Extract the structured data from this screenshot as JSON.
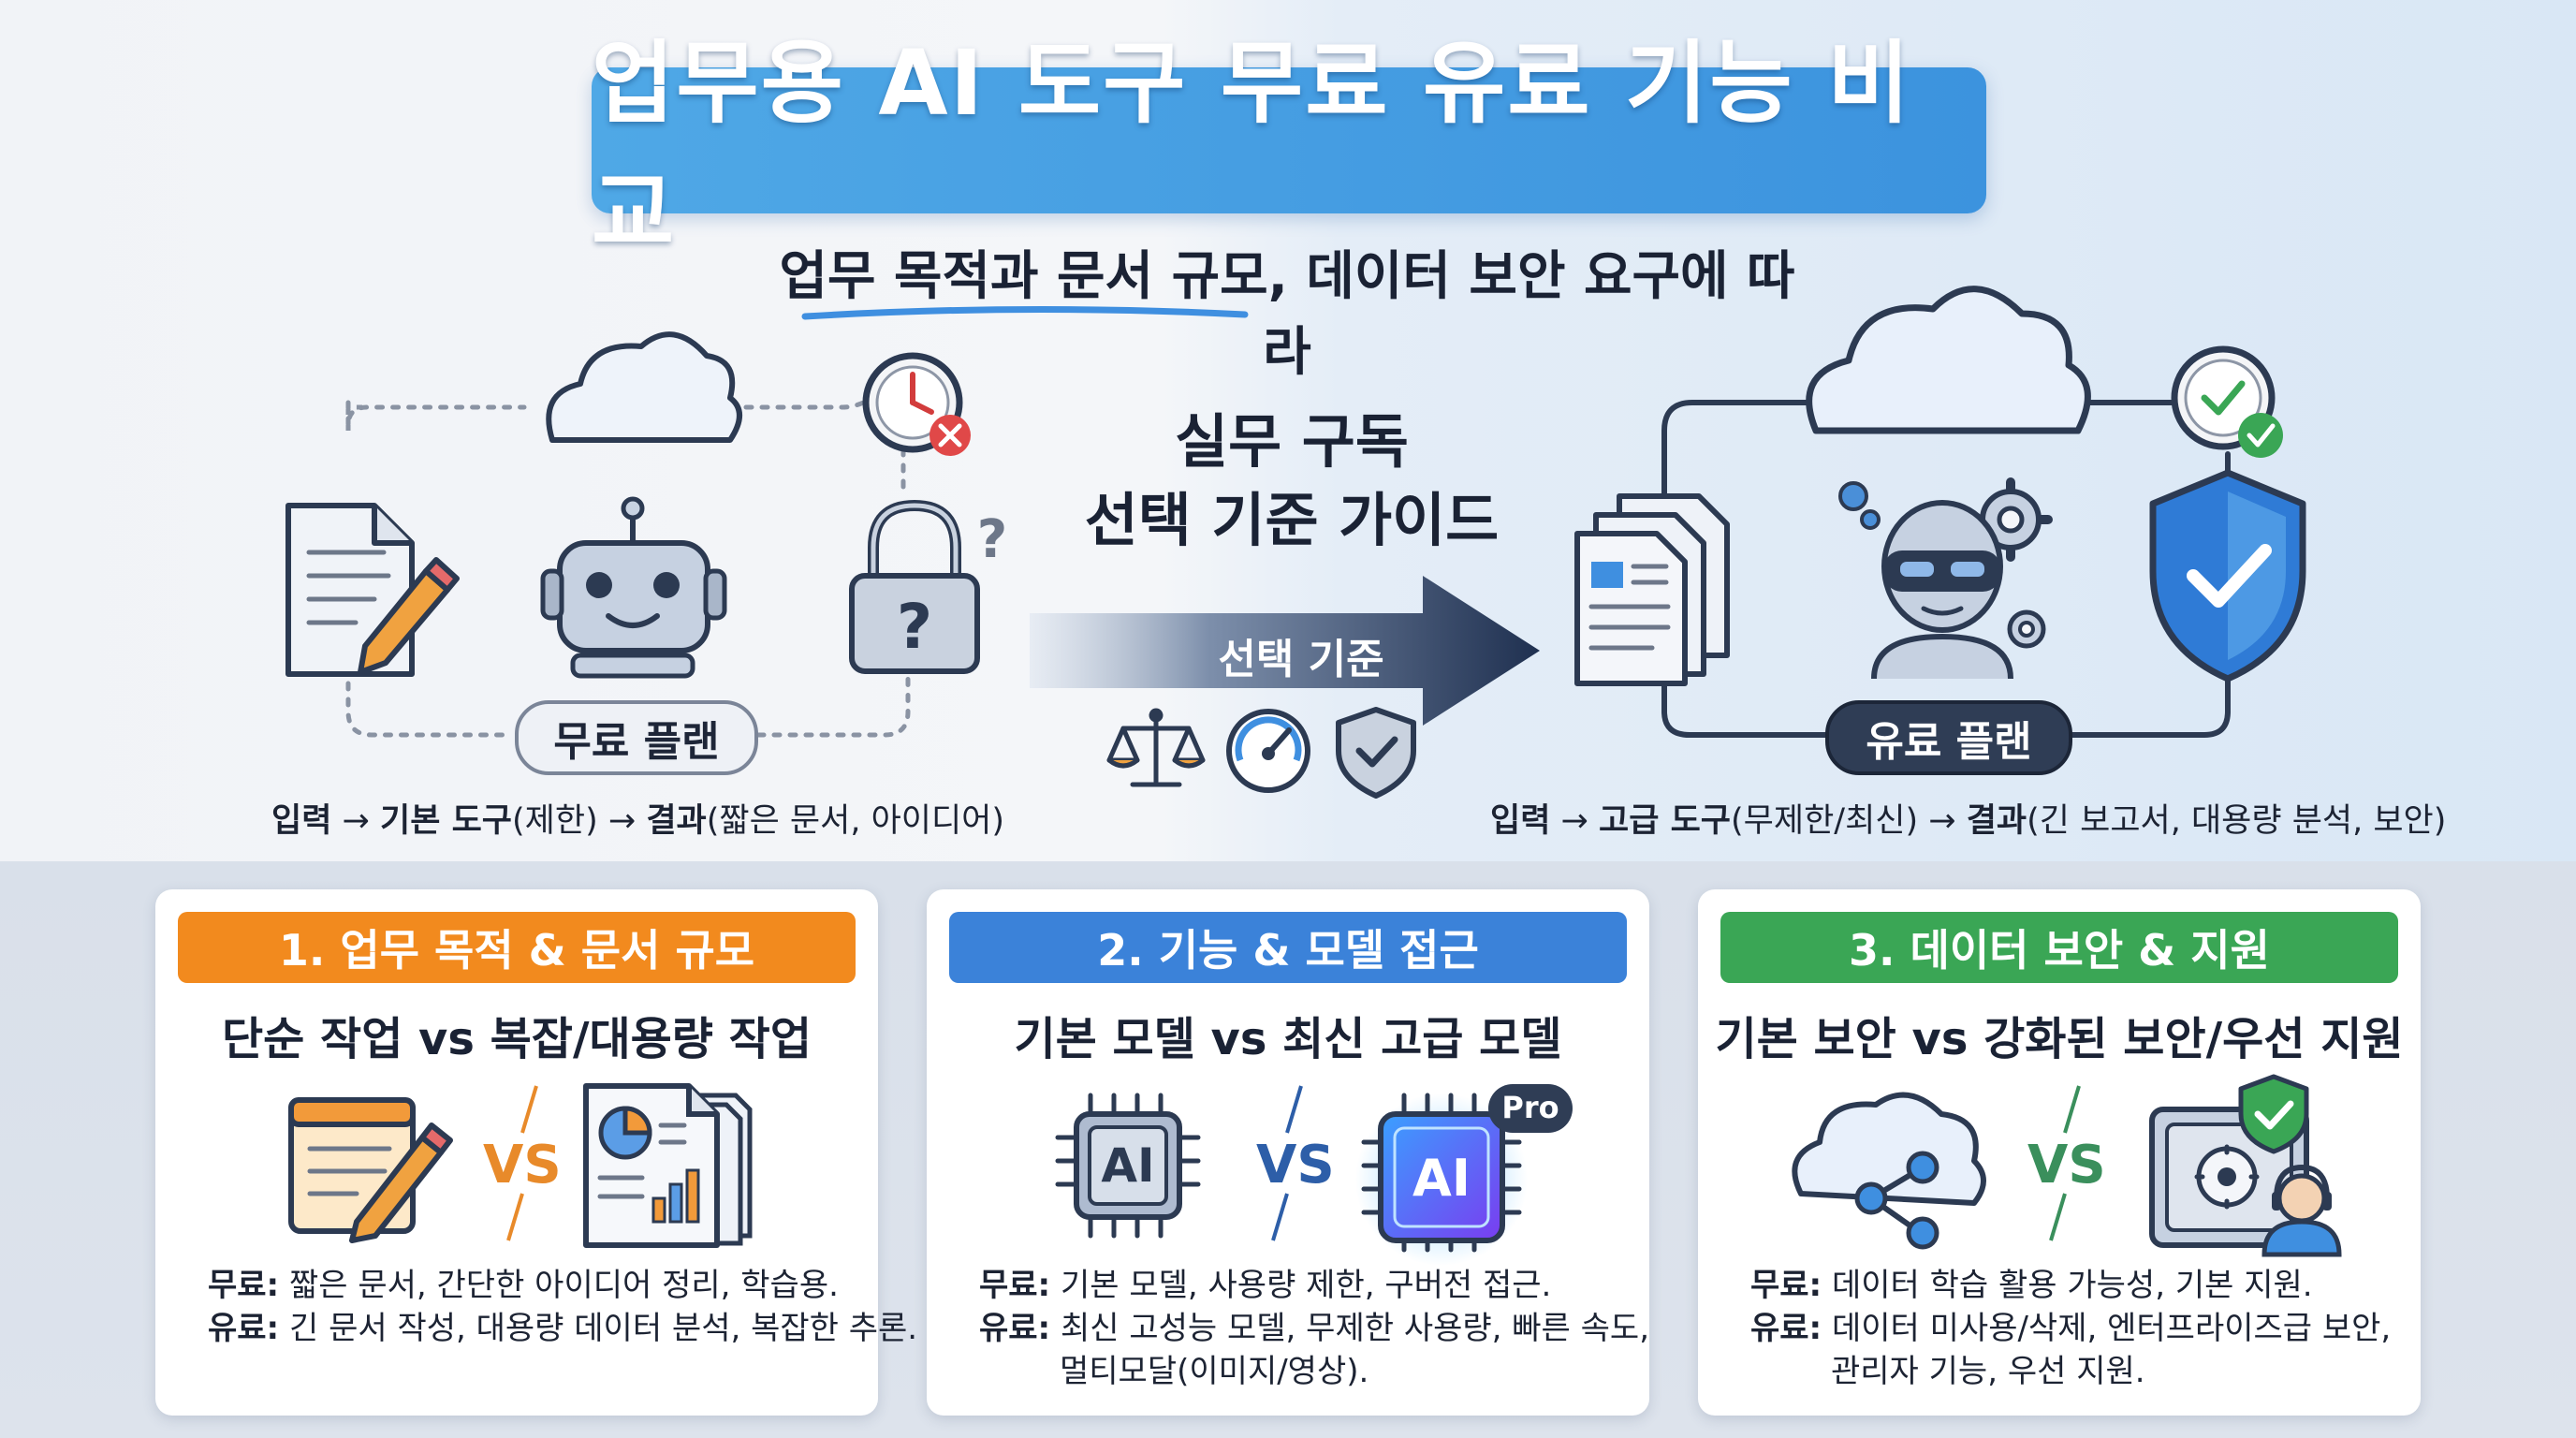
{
  "title": "업무용 AI 도구 무료 유료 기능 비교",
  "subtitle": "업무 목적과 문서 규모, 데이터 보안 요구에 따라",
  "center": {
    "line1": "실무 구독",
    "line2": "선택 기준 가이드",
    "arrow_label": "선택 기준"
  },
  "free_plan": {
    "label": "무료 플랜",
    "flow_input": "입력",
    "flow_arrow": "→",
    "flow_tool": "기본 도구",
    "flow_tool_note": "(제한)",
    "flow_result": "결과",
    "flow_result_note": "(짧은 문서, 아이디어)"
  },
  "paid_plan": {
    "label": "유료 플랜",
    "flow_input": "입력",
    "flow_arrow": "→",
    "flow_tool": "고급 도구",
    "flow_tool_note": "(무제한/최신)",
    "flow_result": "결과",
    "flow_result_note": "(긴 보고서, 대용량 분석, 보안)"
  },
  "cards": [
    {
      "header": "1. 업무 목적 & 문서 규모",
      "subheader": "단순 작업 vs 복잡/대용량 작업",
      "vs": "VS",
      "free_label": "무료:",
      "free_text": "짧은 문서, 간단한 아이디어 정리, 학습용.",
      "paid_label": "유료:",
      "paid_text": "긴 문서 작성, 대용량 데이터 분석, 복잡한 추론."
    },
    {
      "header": "2. 기능 & 모델 접근",
      "subheader": "기본 모델 vs 최신 고급 모델",
      "vs": "VS",
      "chip_basic": "AI",
      "chip_pro": "AI",
      "pro_badge": "Pro",
      "free_label": "무료:",
      "free_text": "기본 모델, 사용량 제한, 구버전 접근.",
      "paid_label": "유료:",
      "paid_text": "최신 고성능 모델, 무제한 사용량, 빠른 속도,",
      "paid_text2": "멀티모달(이미지/영상)."
    },
    {
      "header": "3. 데이터 보안 & 지원",
      "subheader": "기본 보안 vs 강화된 보안/우선 지원",
      "vs": "VS",
      "free_label": "무료:",
      "free_text": "데이터 학습 활용 가능성, 기본 지원.",
      "paid_label": "유료:",
      "paid_text": "데이터 미사용/삭제, 엔터프라이즈급 보안,",
      "paid_text2": "관리자 기능, 우선 지원."
    }
  ],
  "colors": {
    "title_bg": "#3f98e0",
    "card1_header": "#f28a1e",
    "card2_header": "#3b82d9",
    "card3_header": "#3aa655",
    "vs1": "#e88a2a",
    "vs2": "#2d5ea8",
    "vs3": "#3a8f5c",
    "paid_pill": "#2f3d55",
    "dark_navy": "#233450"
  },
  "icons": {
    "free_left": "document-pencil-icon",
    "free_center": "robot-icon",
    "free_right": "lock-question-icon",
    "free_top": "cloud-icon",
    "free_clock": "clock-x-icon",
    "criteria": [
      "scale-icon",
      "gauge-icon",
      "shield-check-icon"
    ],
    "paid_left": "documents-stack-icon",
    "paid_center": "robot-gears-icon",
    "paid_right": "shield-check-icon",
    "paid_top": "cloud-icon",
    "paid_clock": "clock-check-icon"
  }
}
